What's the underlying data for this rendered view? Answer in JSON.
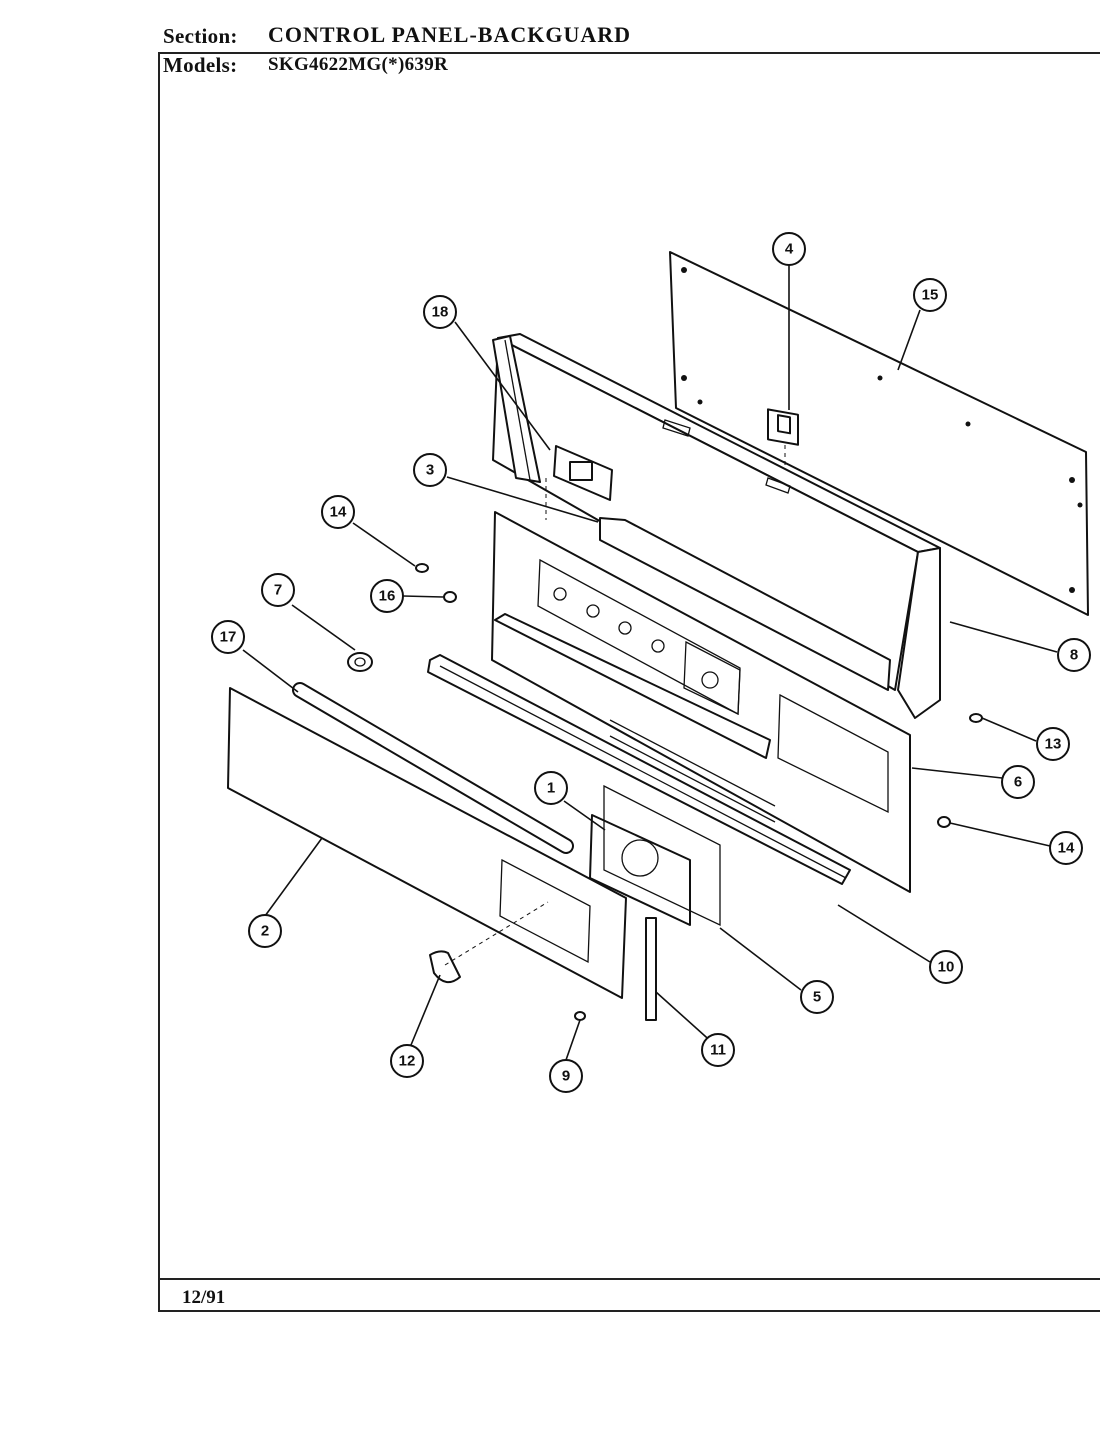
{
  "header": {
    "section_label": "Section:",
    "section_value": "CONTROL PANEL-BACKGUARD",
    "models_label": "Models:",
    "models_value": "SKG4622MG(*)639R"
  },
  "footer": {
    "date": "12/91"
  },
  "callouts": [
    {
      "label": "1"
    },
    {
      "label": "2"
    },
    {
      "label": "3"
    },
    {
      "label": "4"
    },
    {
      "label": "5"
    },
    {
      "label": "6"
    },
    {
      "label": "7"
    },
    {
      "label": "8"
    },
    {
      "label": "9"
    },
    {
      "label": "10"
    },
    {
      "label": "11"
    },
    {
      "label": "12"
    },
    {
      "label": "13"
    },
    {
      "label": "14"
    },
    {
      "label": "14"
    },
    {
      "label": "15"
    },
    {
      "label": "16"
    },
    {
      "label": "17"
    },
    {
      "label": "18"
    }
  ]
}
